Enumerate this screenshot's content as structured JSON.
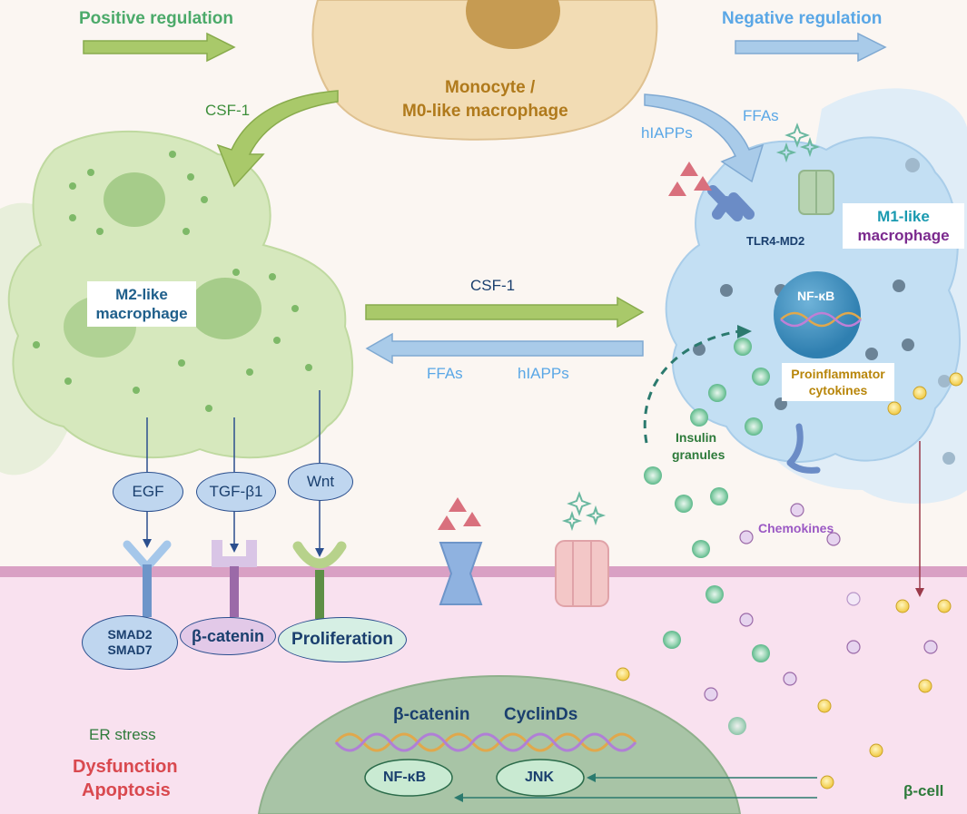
{
  "legend": {
    "positive": "Positive regulation",
    "negative": "Negative regulation"
  },
  "cells": {
    "monocyte": [
      "Monocyte /",
      "M0-like macrophage"
    ],
    "m2": [
      "M2-like",
      "macrophage"
    ],
    "m1": [
      "M1-like",
      "macrophage"
    ],
    "beta_cell": "β-cell"
  },
  "arrows": {
    "csf1_to_m2": "CSF-1",
    "hiapps_to_m1": "hIAPPs",
    "ffas_top": "FFAs",
    "csf1_middle": "CSF-1",
    "ffas_middle": "FFAs",
    "hiapps_middle": "hIAPPs"
  },
  "m1_internal": {
    "receptor": "TLR4-MD2",
    "nfkb": "NF-κB",
    "cytokines": [
      "Proinflammator",
      "cytokines"
    ],
    "insulin": [
      "Insulin",
      "granules"
    ],
    "chemokines": "Chemokines"
  },
  "m2_pathways": {
    "ligands": [
      "EGF",
      "TGF-β1",
      "Wnt"
    ],
    "outputs": [
      [
        "SMAD2",
        "SMAD7"
      ],
      [
        "β-catenin"
      ],
      [
        "Proliferation"
      ]
    ]
  },
  "beta_cell_effects": {
    "er_stress": "ER stress",
    "dysfunction": "Dysfunction",
    "apoptosis": "Apoptosis"
  },
  "nucleus": {
    "beta_catenin": "β-catenin",
    "cyclinds": "CyclinDs",
    "nfkb": "NF-κB",
    "jnk": "JNK"
  },
  "colors": {
    "positive_arrow": "#a9c96a",
    "negative_arrow": "#a9cbe9",
    "m2_cell": "#d6e8bd",
    "m1_cell": "#c3dff3",
    "monocyte": "#f2dcb4",
    "membrane": "#d9a0c4",
    "beta_cell_bg": "#f9e1ef",
    "nucleus": "#a8c4a6",
    "positive_text": "#4caa6a",
    "negative_text": "#5aa7e6",
    "dysfunction_text": "#d9494f",
    "cytokine_text": "#b8860b",
    "m1_label_top": "#1a9ab0",
    "m1_label_bottom": "#7b2a8e",
    "insulin_granule": "#7cc9a0",
    "chemokine": "#c9aad6",
    "hiapp_triangle": "#d9707d",
    "ffa_star": "#6ab8a0"
  }
}
